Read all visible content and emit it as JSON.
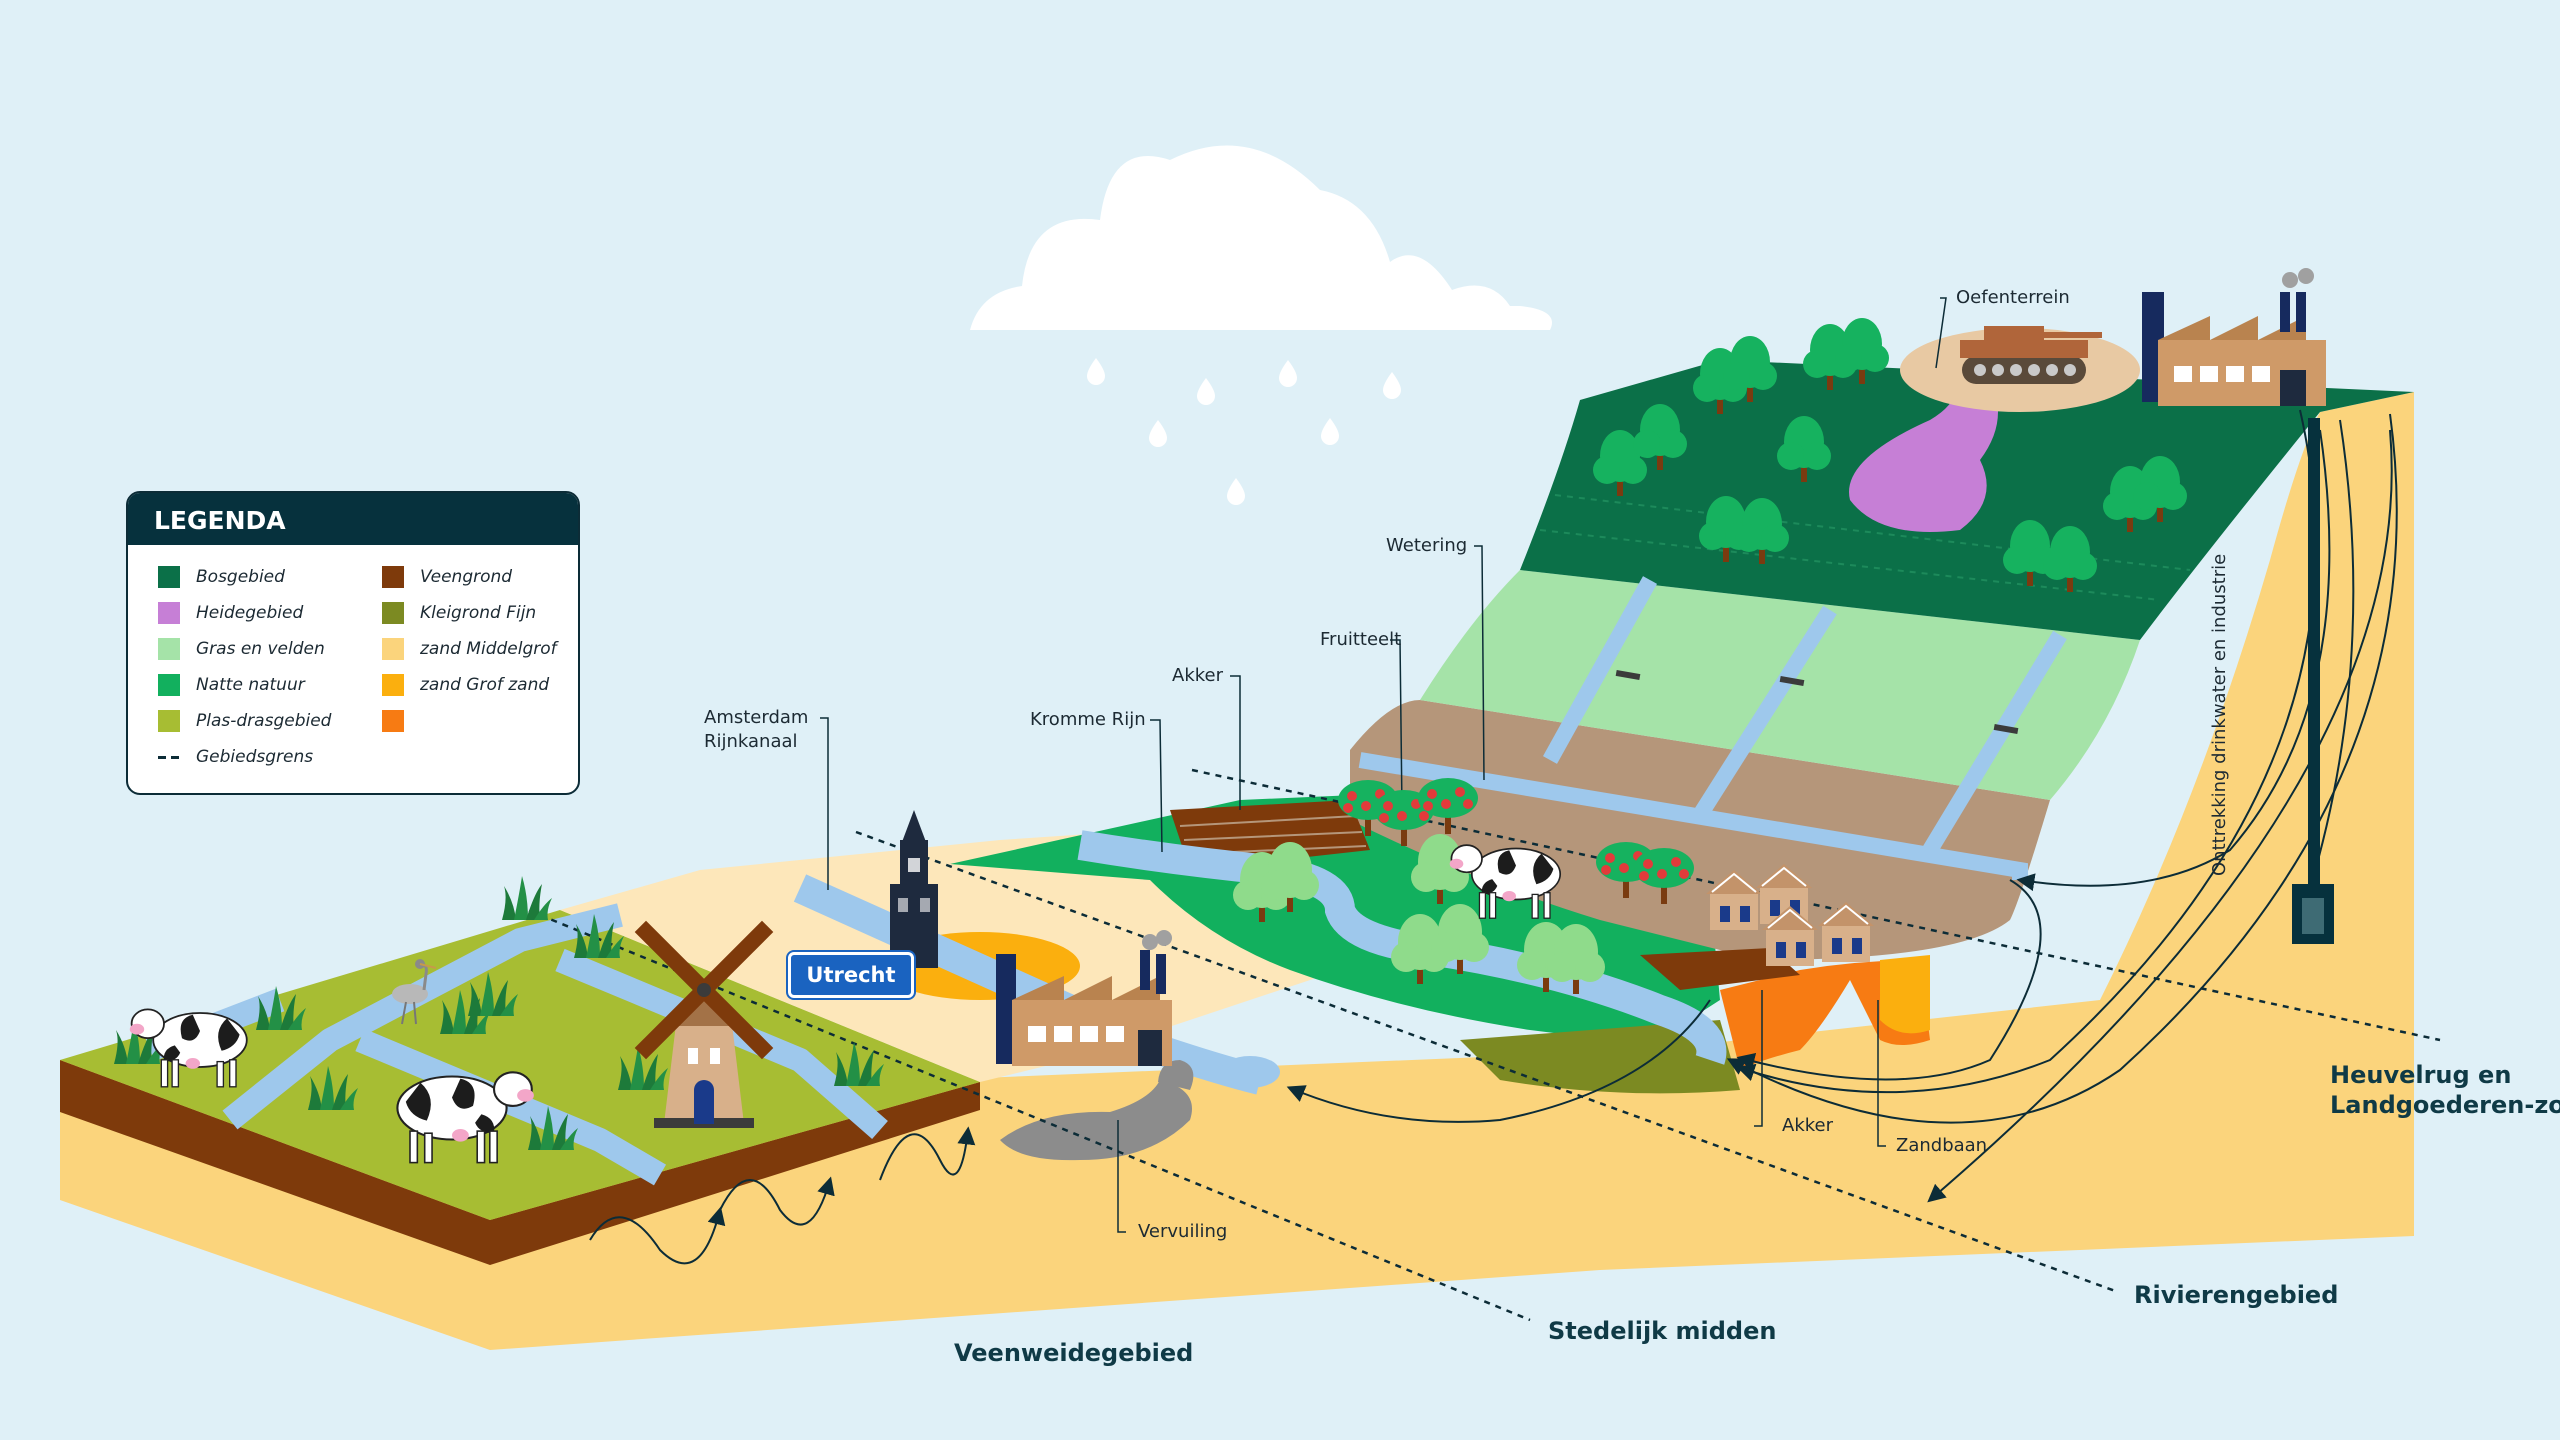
{
  "legend": {
    "title": "LEGENDA",
    "items": [
      {
        "label": "Bosgebied",
        "color": "#0b7048"
      },
      {
        "label": "Heidegebied",
        "color": "#c67fd6"
      },
      {
        "label": "Gras en velden",
        "color": "#a5e3a8"
      },
      {
        "label": "Natte natuur",
        "color": "#12b05e"
      },
      {
        "label": "Plas-drasgebied",
        "color": "#a7bd33"
      },
      {
        "label": "Gebiedsgrens",
        "color": "#0c2c37",
        "style": "dashed"
      },
      {
        "label": "Veengrond",
        "color": "#7e3a0b"
      },
      {
        "label": "Kleigrond Fijn",
        "color": "#7c8a22"
      },
      {
        "label": "zand Middelgrof",
        "color": "#fbd47c"
      },
      {
        "label": "zand Grof zand",
        "color": "#fbaf0e"
      },
      {
        "label": "",
        "color": "#f77b13"
      }
    ]
  },
  "city_sign": "Utrecht",
  "callouts": {
    "oefenterrein": "Oefenterrein",
    "wetering": "Wetering",
    "fruitteelt": "Fruitteelt",
    "akker_top": "Akker",
    "kromme_rijn": "Kromme Rijn",
    "amsterdam_rijnkanaal": [
      "Amsterdam",
      "Rijnkanaal"
    ],
    "onttrekking": "Onttrekking drinkwater en industrie",
    "akker_bottom": "Akker",
    "zandbaan": "Zandbaan",
    "vervuiling": "Vervuiling"
  },
  "zones": {
    "veenweide": "Veenweidegebied",
    "stedelijk": "Stedelijk midden",
    "rivieren": "Rivierengebied",
    "heuvelrug": [
      "Heuvelrug en",
      "Landgoederen-zone"
    ]
  },
  "colors": {
    "sky": "#dff0f7",
    "sand": "#fbd47c",
    "water": "#9ec8ec",
    "peat": "#7e3a0b",
    "forest": "#0b7048",
    "tree": "#16b25f",
    "light_tree": "#8fdb8b",
    "factory": "#cf9a68",
    "navy": "#162a5e"
  },
  "icons": [
    "cloud-icon",
    "raindrop-icon",
    "cow-icon",
    "windmill-icon",
    "church-tower-icon",
    "factory-icon",
    "tank-icon",
    "tree-icon",
    "fruit-tree-icon",
    "house-icon",
    "heron-icon",
    "reed-icon",
    "well-icon"
  ]
}
